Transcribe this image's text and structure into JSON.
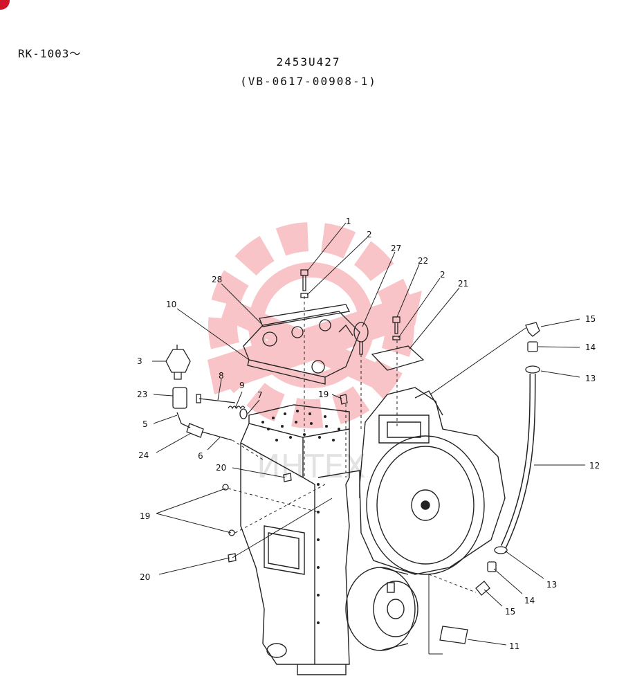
{
  "header": {
    "serial_range": "RK-1003～",
    "part_number": "2453U427",
    "drawing_code": "(VB-0617-00908-1)"
  },
  "watermark": {
    "text": "ИНТЕХ",
    "color": "#e8303a"
  },
  "callouts": [
    {
      "id": "c1",
      "label": "1"
    },
    {
      "id": "c2a",
      "label": "2"
    },
    {
      "id": "c27",
      "label": "27"
    },
    {
      "id": "c22",
      "label": "22"
    },
    {
      "id": "c2b",
      "label": "2"
    },
    {
      "id": "c21",
      "label": "21"
    },
    {
      "id": "c28",
      "label": "28"
    },
    {
      "id": "c10",
      "label": "10"
    },
    {
      "id": "c15a",
      "label": "15"
    },
    {
      "id": "c14a",
      "label": "14"
    },
    {
      "id": "c13a",
      "label": "13"
    },
    {
      "id": "c3",
      "label": "3"
    },
    {
      "id": "c8",
      "label": "8"
    },
    {
      "id": "c9",
      "label": "9"
    },
    {
      "id": "c7",
      "label": "7"
    },
    {
      "id": "c23",
      "label": "23"
    },
    {
      "id": "c19a",
      "label": "19"
    },
    {
      "id": "c5",
      "label": "5"
    },
    {
      "id": "c24",
      "label": "24"
    },
    {
      "id": "c6",
      "label": "6"
    },
    {
      "id": "c20a",
      "label": "20"
    },
    {
      "id": "c12",
      "label": "12"
    },
    {
      "id": "c19b",
      "label": "19"
    },
    {
      "id": "c20b",
      "label": "20"
    },
    {
      "id": "c13b",
      "label": "13"
    },
    {
      "id": "c14b",
      "label": "14"
    },
    {
      "id": "c15b",
      "label": "15"
    },
    {
      "id": "c11",
      "label": "11"
    }
  ]
}
